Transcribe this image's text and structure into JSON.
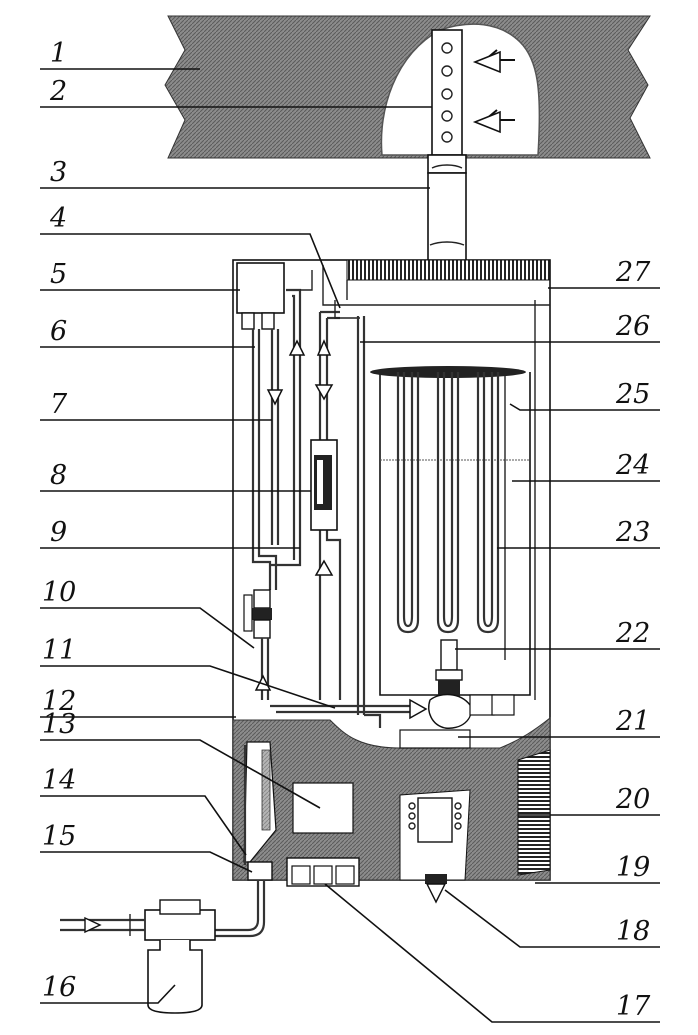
{
  "diagram": {
    "callouts_left": [
      "1",
      "2",
      "3",
      "4",
      "5",
      "6",
      "7",
      "8",
      "9",
      "10",
      "11",
      "12",
      "13",
      "14",
      "15",
      "16"
    ],
    "callouts_right": [
      "27",
      "26",
      "25",
      "24",
      "23",
      "22",
      "21",
      "20",
      "19",
      "18",
      "17"
    ]
  }
}
